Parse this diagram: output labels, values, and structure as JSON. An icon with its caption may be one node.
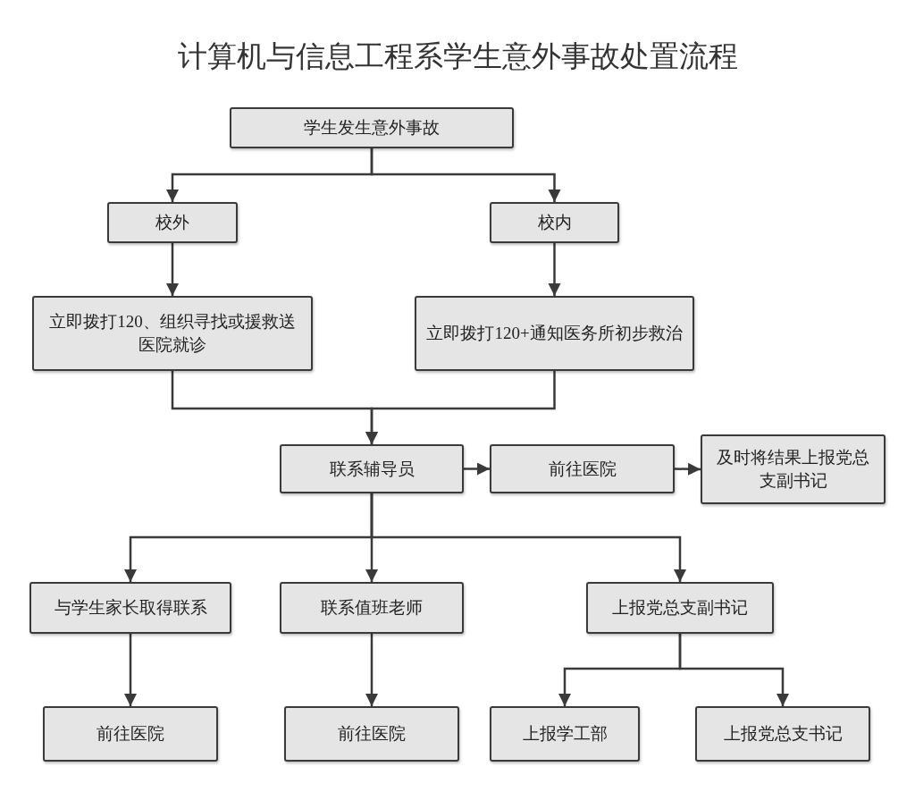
{
  "diagram": {
    "title": "计算机与信息工程系学生意外事故处置流程",
    "nodes": [
      {
        "text": [
          "学生发生意外事故"
        ]
      },
      {
        "text": [
          "校外"
        ]
      },
      {
        "text": [
          "校内"
        ]
      },
      {
        "text": [
          "立即拨打120、组织寻找或援救送医院就诊"
        ]
      },
      {
        "text": [
          "立即拨打120+通知医务所初步救治"
        ]
      },
      {
        "text": [
          "联系辅导员"
        ]
      },
      {
        "text": [
          "前往医院"
        ]
      },
      {
        "text": [
          "及时将结果上报党总支副书记"
        ]
      },
      {
        "text": [
          "与学生家长取得联系"
        ]
      },
      {
        "text": [
          "联系值班老师"
        ]
      },
      {
        "text": [
          "上报党总支副书记"
        ]
      },
      {
        "text": [
          "前往医院"
        ]
      },
      {
        "text": [
          "前往医院"
        ]
      },
      {
        "text": [
          "上报学工部"
        ]
      },
      {
        "text": [
          "上报党总支书记"
        ]
      }
    ],
    "edges": [
      {
        "from": 0,
        "to": 1,
        "arrow": "to"
      },
      {
        "from": 0,
        "to": 2,
        "arrow": "to"
      },
      {
        "from": 1,
        "to": 3,
        "arrow": "to"
      },
      {
        "from": 2,
        "to": 4,
        "arrow": "to"
      },
      {
        "from": 3,
        "to": 5,
        "arrow": "to"
      },
      {
        "from": 4,
        "to": 5,
        "arrow": "to"
      },
      {
        "from": 5,
        "to": 6,
        "arrow": "to"
      },
      {
        "from": 6,
        "to": 7,
        "arrow": "to"
      },
      {
        "from": 5,
        "to": 8,
        "arrow": "to"
      },
      {
        "from": 5,
        "to": 9,
        "arrow": "to"
      },
      {
        "from": 5,
        "to": 10,
        "arrow": "to"
      },
      {
        "from": 8,
        "to": 11,
        "arrow": "to"
      },
      {
        "from": 9,
        "to": 12,
        "arrow": "to"
      },
      {
        "from": 10,
        "to": 13,
        "arrow": "to"
      },
      {
        "from": 10,
        "to": 14,
        "arrow": "to"
      }
    ]
  }
}
